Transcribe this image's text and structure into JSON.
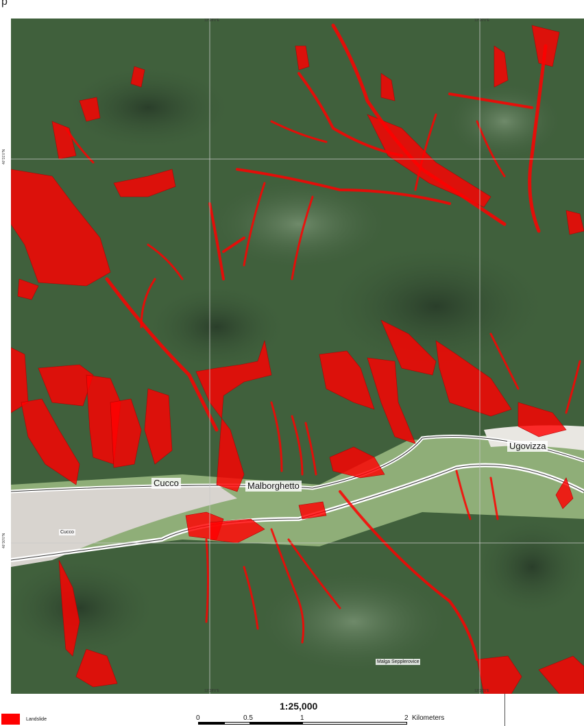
{
  "title_fragment": "p",
  "map": {
    "places": [
      {
        "name": "Cucco",
        "style": "normal"
      },
      {
        "name": "Malborghetto",
        "style": "normal"
      },
      {
        "name": "Ugovizza",
        "style": "normal"
      },
      {
        "name": "Cucco",
        "style": "small"
      },
      {
        "name": "Malga Sepplerovice",
        "style": "small"
      }
    ],
    "coordinate_ticks": {
      "top": [
        "13°28'0\"E",
        "13°30'0\"E"
      ],
      "bottom": [
        "13°28'0\"E",
        "13°30'0\"E"
      ],
      "left": [
        "46°31'0\"N",
        "46°30'0\"N"
      ]
    },
    "colors": {
      "landslide": "#ff0000",
      "forest": "#3d5a3a",
      "valley": "#8fae78",
      "river_bed": "#d8d4cf",
      "road": "#ffffff"
    }
  },
  "legend": {
    "items": [
      {
        "label": "Landslide",
        "color": "#ff0000"
      }
    ]
  },
  "scale": {
    "ratio": "1:25,000",
    "labels": [
      "0",
      "0.5",
      "1",
      "2"
    ],
    "unit": "Kilometers"
  }
}
